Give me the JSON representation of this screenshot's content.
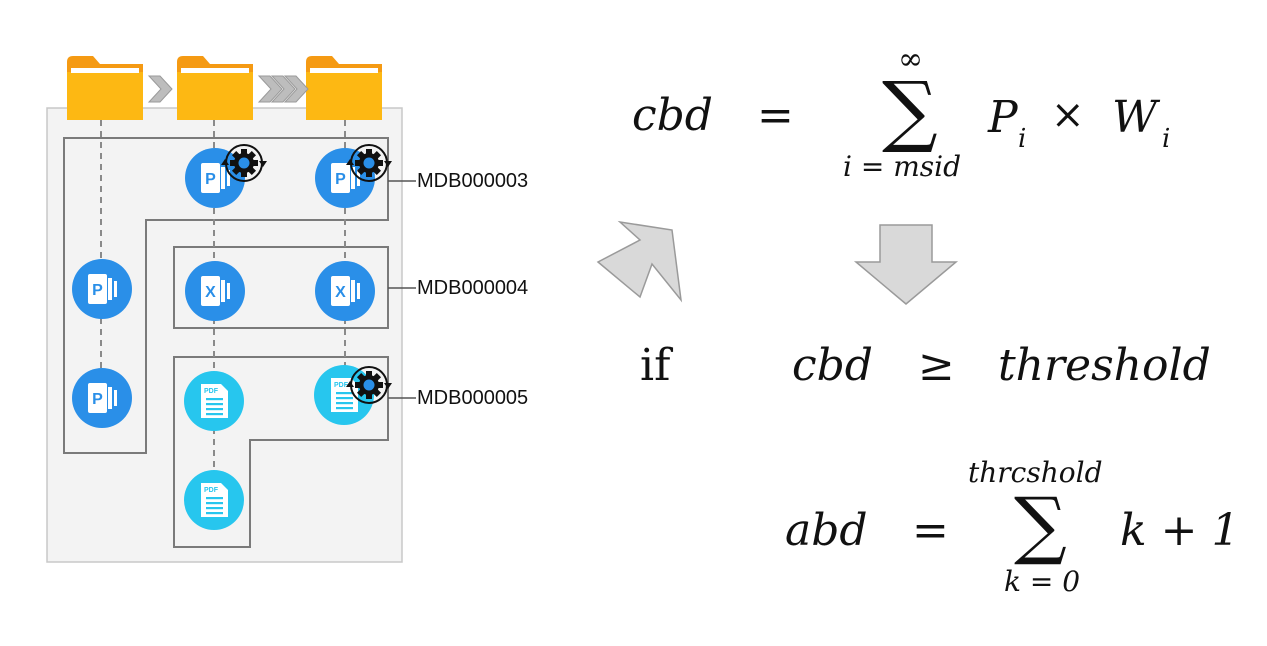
{
  "labels": {
    "mdb3": "MDB000003",
    "mdb4": "MDB000004",
    "mdb5": "MDB000005"
  },
  "formulas": {
    "f1": {
      "lhs": "cbd",
      "eq": "=",
      "sum_upper": "∞",
      "sum_lower": "i = msid",
      "term_p": "P",
      "sub_p": "i",
      "times": "×",
      "term_w": "W",
      "sub_w": "i"
    },
    "cond": {
      "if": "if",
      "lhs": "cbd",
      "op": "≥",
      "rhs": "threshold"
    },
    "f2": {
      "lhs": "abd",
      "eq": "=",
      "sum_upper": "thrcshold",
      "sum_lower": "k = 0",
      "body": "k + 1"
    }
  },
  "icons": {
    "folder": "folder-icon",
    "chevron_single": "chevron-right-icon",
    "chevron_triple": "triple-chevron-right-icon",
    "publisher": "publisher-icon",
    "excel": "excel-icon",
    "pdf": "pdf-icon",
    "gear": "gear-refresh-icon",
    "arrow_up_right": "arrow-up-right-icon",
    "arrow_down": "arrow-down-icon"
  },
  "colors": {
    "folder": "#FDB813",
    "folder_dark": "#F59A13",
    "icon_blue": "#2A8FE8",
    "icon_cyan": "#27C6EE",
    "panel_bg": "#F3F3F3",
    "arrow_gray": "#D9D9D9"
  }
}
